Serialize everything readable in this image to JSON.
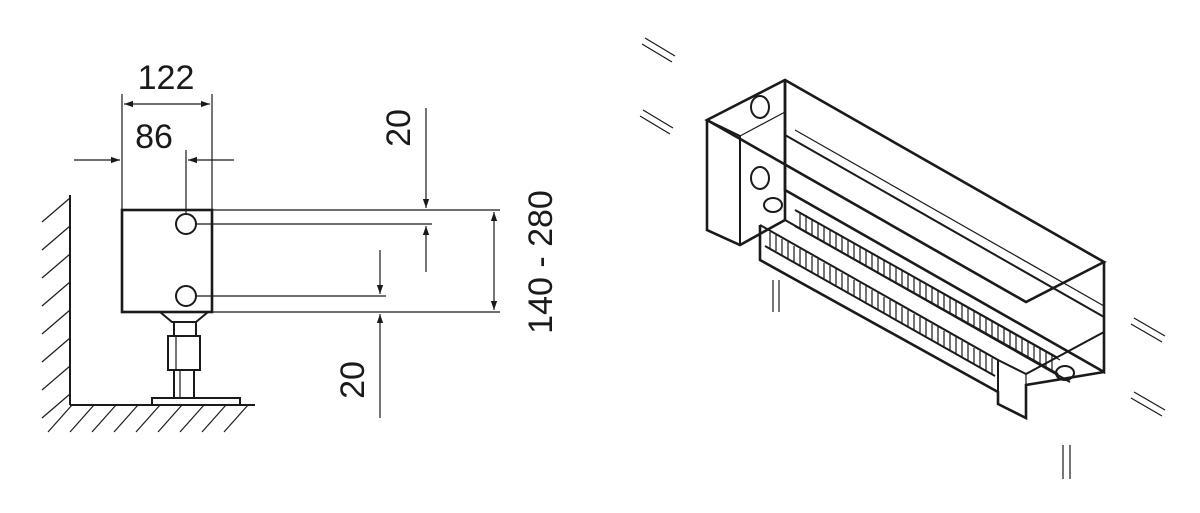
{
  "side_view": {
    "dims": {
      "width_outer": "122",
      "width_inner": "86",
      "top_offset": "20",
      "bottom_offset": "20",
      "height_range": "140 - 280"
    }
  },
  "isometric_view": {}
}
